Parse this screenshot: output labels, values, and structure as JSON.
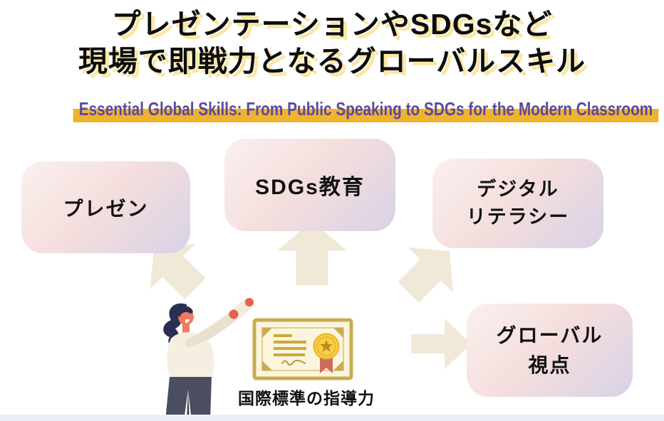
{
  "title": {
    "line1": "プレゼンテーションやSDGsなど",
    "line2": "現場で即戦力となるグローバルスキル"
  },
  "subtitle": {
    "text": "Essential Global Skills: From Public Speaking to SDGs for the Modern Classroom"
  },
  "skills": [
    {
      "label": "プレゼン"
    },
    {
      "label": "SDGs教育"
    },
    {
      "lines": [
        "デジタル",
        "リテラシー"
      ]
    },
    {
      "lines": [
        "グローバル",
        "視点"
      ]
    }
  ],
  "center": {
    "caption": "国際標準の指導力",
    "person_icon": "teacher-raising-arms",
    "certificate_icon": "certificate-with-gold-medal"
  },
  "arrows": [
    "arrow-up-left",
    "arrow-up",
    "arrow-up-right",
    "arrow-right"
  ],
  "colors": {
    "title_text": "#0d0d0d",
    "title_shadow": "#fbe7a0",
    "subtitle_text": "#5b4a9e",
    "subtitle_highlight": "#f0b32e",
    "box_gradient_start": "#faf0ee",
    "box_gradient_mid": "#f4dedd",
    "box_gradient_end": "#d8d2e7",
    "arrow_fill": "#f0e9d8",
    "certificate_bg": "#fbf5de",
    "certificate_border": "#c9ac52",
    "certificate_lines": "#c9a83d",
    "medal_gold": "#f7cf45",
    "medal_star": "#bd8d22",
    "ribbon_red": "#cd6c5e",
    "person_hair": "#2b2d52",
    "person_skin": "#ee7a60",
    "person_shirt": "#f5efe2",
    "person_pants": "#4a4e5f",
    "footer_strip": "#edeff6"
  }
}
